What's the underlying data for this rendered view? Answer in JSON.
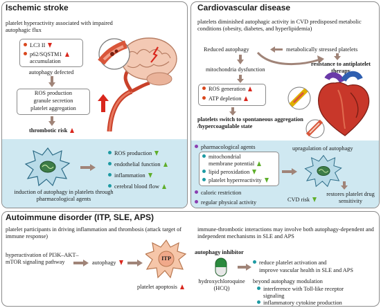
{
  "ischemic": {
    "title": "Ischemic stroke",
    "intro": "platelet hyperactivity associated with impaired autophagic flux",
    "markers": [
      "LC3 II",
      "p62/SQSTM1",
      "accumulation"
    ],
    "defect": "autophagy defected",
    "effects": [
      "ROS production",
      "granule secretion",
      "platelet aggregation"
    ],
    "risk": "thrombotic risk",
    "induction": "induction of autophagy in platelets through pharmacological agents",
    "outcomes": [
      "ROS production",
      "endothelial function",
      "inflammation",
      "cerebral blood flow"
    ]
  },
  "cvd": {
    "title": "Cardiovascular disease",
    "intro": "platelets diminished autophagic activity in CVD predisposed metabolic conditions (obesity, diabetes, and hyperlipidemia)",
    "reduced": "Reduced autophagy",
    "stressed": "metabolically stressed platelets",
    "resistance": "resistance to antiplatelet therapy",
    "mito": "mitochondria dysfunction",
    "effects": [
      "ROS generation",
      "ATP depletion"
    ],
    "switch": "platelets switch to spontaneous aggregation /hypercoagulable state",
    "pharm": "pharmacological agents",
    "upreg": "upragulation of autophagy",
    "inner": [
      "mitochondrial membrane potential",
      "lipid peroxidation",
      "platelet hyperreactivity"
    ],
    "caloric": "caloric restriction",
    "exercise": "regular physical activity",
    "risk": "CVD risk",
    "restores": "restores platelet drug sensitivity"
  },
  "autoimmune": {
    "title": "Autoimmune disorder (ITP, SLE, APS)",
    "intro": "platelet participants in driving inflammation and thrombosis (attack target of immune response)",
    "immune": "immune-thrombotic interactions may involve both autophagy-dependent and independent mechanisms in SLE and APS",
    "pathway": "hyperactivation of PI3K–AKT–mTOR signaling pathway",
    "autophagy": "autophagy",
    "itp": "ITP",
    "apoptosis": "platelet apoptosis",
    "inhibitor": "autophagy inhibitor",
    "drug": "hydroxychloroquine (HCQ)",
    "benefit": "reduce platelet activation and improve vascular health in SLE and APS",
    "beyond": "beyond autophagy modulation",
    "extras": [
      "interference with Toll-like receptor signaling",
      "inflammatory cytokine production"
    ]
  },
  "colors": {
    "band": "#cfe8f1",
    "up_red": "#d9271d",
    "green": "#5fae2b",
    "arrow": "#a08478",
    "vessel": "#d9563a"
  }
}
